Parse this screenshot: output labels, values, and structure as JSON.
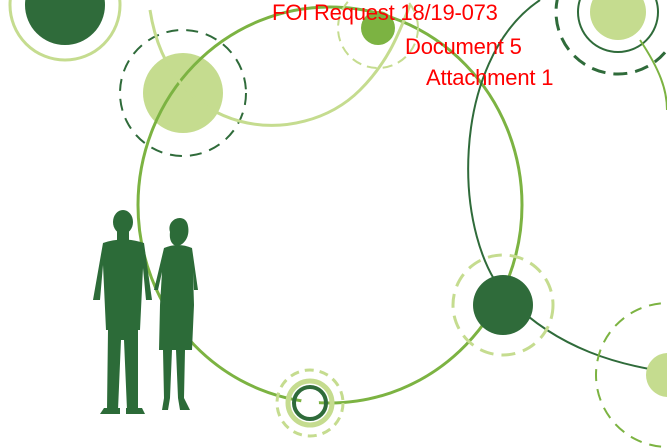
{
  "stamp": {
    "request": "FOI Request 18/19-073",
    "document": "Document 5",
    "attachment": "Attachment 1"
  },
  "colors": {
    "stamp_red": "#ff0000",
    "dark_green": "#2f6b3a",
    "mid_green": "#7cb342",
    "light_green": "#c5dc8f",
    "silhouette_green": "#2c6b38"
  }
}
